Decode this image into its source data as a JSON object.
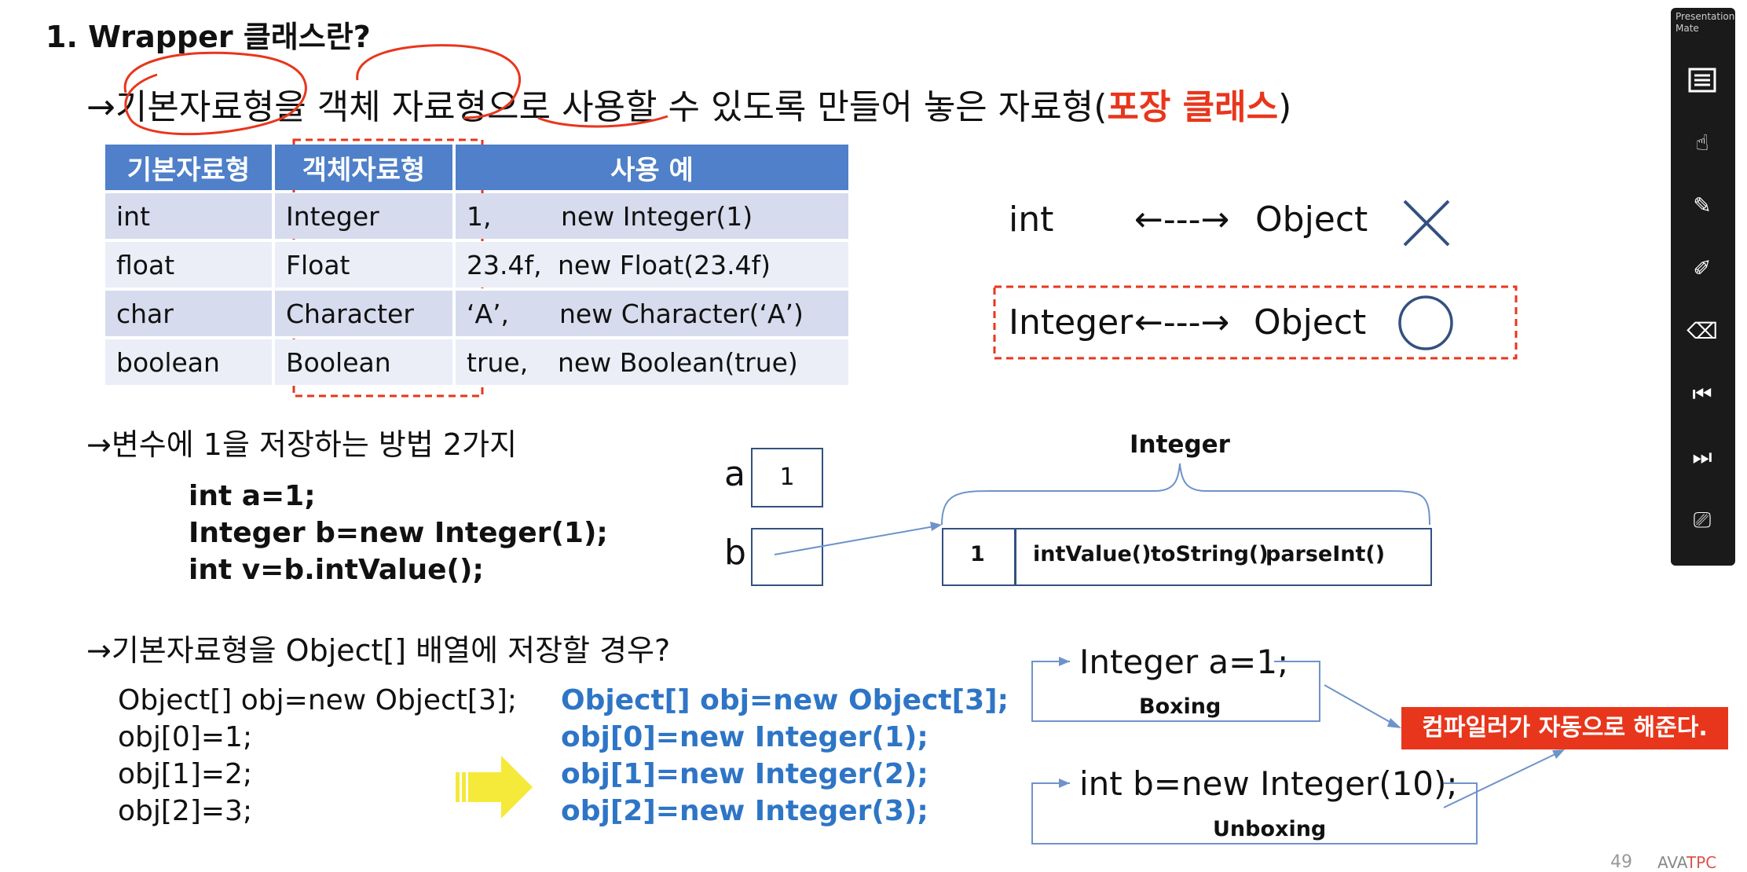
{
  "title": "1. Wrapper 클래스란?",
  "subtitle": {
    "arrow": "→",
    "text": "기본자료형을 객체 자료형으로 사용할 수 있도록 만들어 놓은 자료형(",
    "highlight": "포장 클래스",
    "close": ")"
  },
  "table": {
    "headers": [
      "기본자료형",
      "객체자료형",
      "사용 예"
    ],
    "rows": [
      {
        "primitive": "int",
        "object": "Integer",
        "literal": "1,",
        "ctor": "new Integer(1)"
      },
      {
        "primitive": "float",
        "object": "Float",
        "literal": "23.4f,",
        "ctor": "new Float(23.4f)"
      },
      {
        "primitive": "char",
        "object": "Character",
        "literal": "‘A’,",
        "ctor": "new Character(‘A’)"
      },
      {
        "primitive": "boolean",
        "object": "Boolean",
        "literal": "true,",
        "ctor": "new Boolean(true)"
      }
    ]
  },
  "comparison": [
    {
      "left": "int",
      "arrow": "←---→",
      "right": "Object",
      "mark": "x-mark-icon"
    },
    {
      "left": "Integer",
      "arrow": "←---→",
      "right": "Object",
      "mark": "circle-mark-icon"
    }
  ],
  "section2": {
    "heading": "→변수에 1을 저장하는 방법 2가지",
    "code": [
      "int a=1;",
      "Integer b=new Integer(1);",
      "int v=b.intValue();"
    ]
  },
  "memory_diagram": {
    "var_a": "a",
    "var_a_value": "1",
    "var_b": "b",
    "brace_label": "Integer",
    "object_value": "1",
    "methods": [
      "intValue()",
      "toString()",
      "parseInt()"
    ]
  },
  "section3": {
    "heading": "→기본자료형을 Object[] 배열에 저장할 경우?",
    "code_plain": [
      "Object[] obj=new Object[3];",
      "obj[0]=1;",
      "obj[1]=2;",
      "obj[2]=3;"
    ],
    "code_wrapped": [
      "Object[] obj=new Object[3];",
      "obj[0]=new Integer(1);",
      "obj[1]=new Integer(2);",
      "obj[2]=new Integer(3);"
    ]
  },
  "boxing": {
    "boxing_code": "Integer a=1;",
    "boxing_label": "Boxing",
    "unboxing_code": "int b=new Integer(10);",
    "unboxing_label": "Unboxing",
    "compiler_note": "컴파일러가 자동으로 해준다."
  },
  "colors": {
    "accent_red": "#e8361c",
    "table_header": "#4f80c9",
    "code_blue": "#2e75c6",
    "diagram_stroke": "#33507f",
    "yellow_arrow": "#f5e93a"
  },
  "side_panel": {
    "title": "Presentation Mate",
    "icons": [
      "list-icon",
      "pointer-hand-icon",
      "pen-icon",
      "highlighter-icon",
      "eraser-icon",
      "previous-slide-icon",
      "next-slide-icon",
      "exit-presentation-icon"
    ]
  },
  "footer": {
    "page_number": "49",
    "logo_a": "AVA",
    "logo_b": "TPC"
  }
}
